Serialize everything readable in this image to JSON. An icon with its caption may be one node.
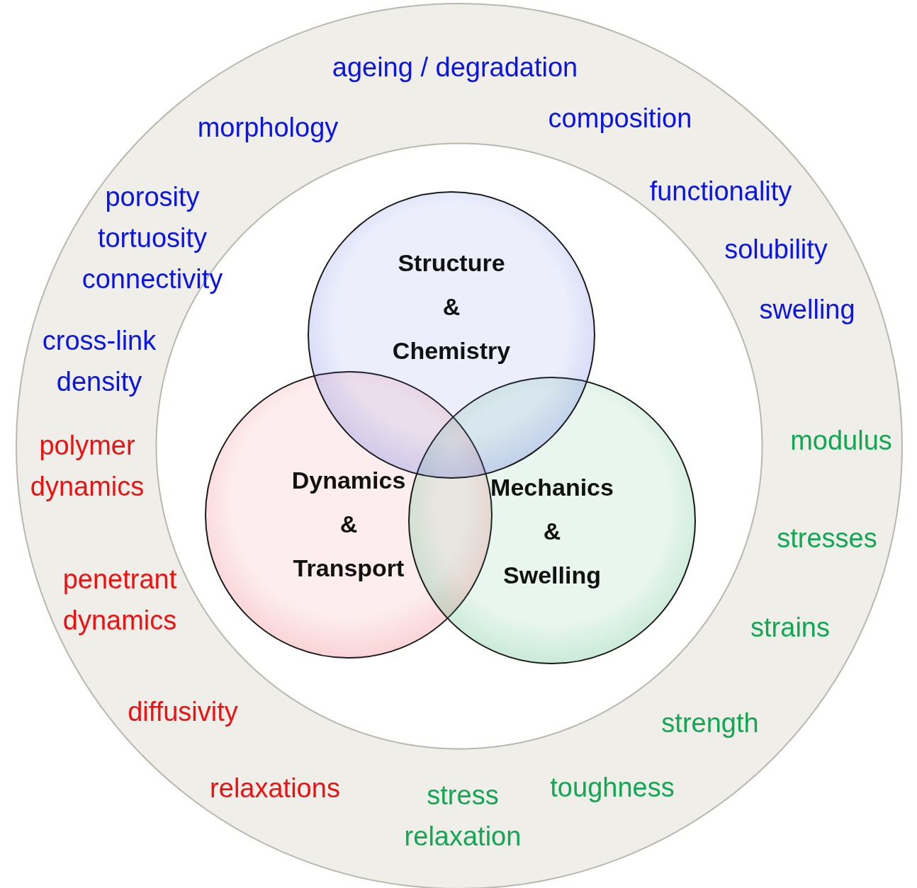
{
  "diagram": {
    "nodes": [
      {
        "text": [
          "ageing / degradation",
          "morphology",
          "composition",
          "porosity",
          "tortuosity",
          "connectivity",
          "functionality",
          "solubility",
          "swelling",
          "cross-link density",
          "polymer dynamics",
          "modulus",
          "stresses",
          "penetrant dynamics",
          "strains",
          "diffusivity",
          "strength",
          "relaxations",
          "stress relaxation",
          "toughness"
        ]
      },
      {
        "text": [
          "Structure & Chemistry"
        ],
        "in": 0
      },
      {
        "text": [
          "Dynamics & Transport"
        ],
        "in": 0
      },
      {
        "text": [
          "Mechanics & Swelling"
        ],
        "in": 0
      }
    ]
  }
}
